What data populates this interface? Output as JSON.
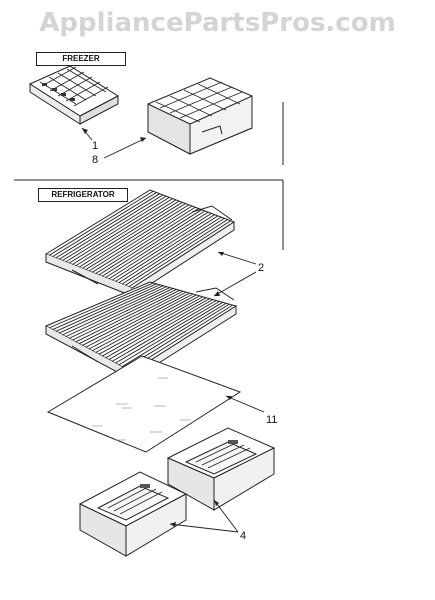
{
  "watermark": "AppliancePartsPros.com",
  "sections": {
    "freezer": "FREEZER",
    "refrigerator": "REFRIGERATOR"
  },
  "callouts": {
    "ice_tray": "1",
    "ice_bin_rack": "8",
    "shelves": "2",
    "glass_cover": "11",
    "crispers": "4"
  }
}
